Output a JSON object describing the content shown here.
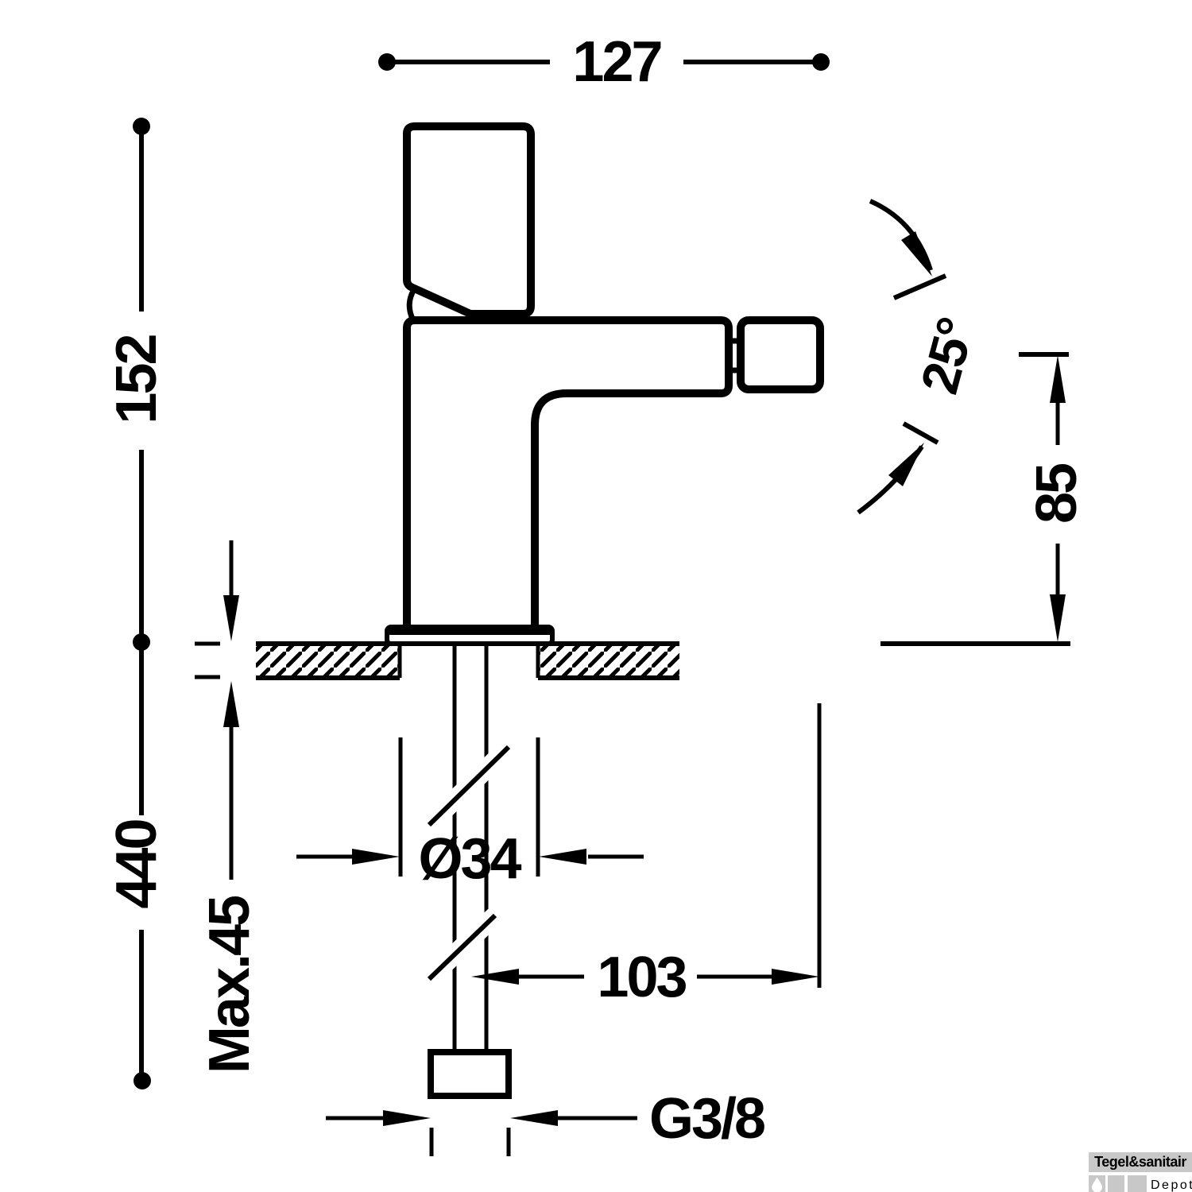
{
  "drawing_type": "faucet installation technical drawing",
  "dimensions": {
    "overall_depth": "127",
    "height_above_deck": "152",
    "outlet_height": "85",
    "swivel_angle": "25°",
    "supply_length": "440",
    "max_deck_thickness": "Max.45",
    "body_diameter": "Ø34",
    "spout_reach": "103",
    "thread_size": "G3/8"
  },
  "watermark": {
    "brand": "Tegel&sanitair",
    "sub": "Depot"
  },
  "colors": {
    "ink": "#000000",
    "paper": "#ffffff",
    "watermark_band": "#c8c8c8",
    "watermark_brand_text": "#ffffff",
    "watermark_sub_text": "#cccccc"
  }
}
